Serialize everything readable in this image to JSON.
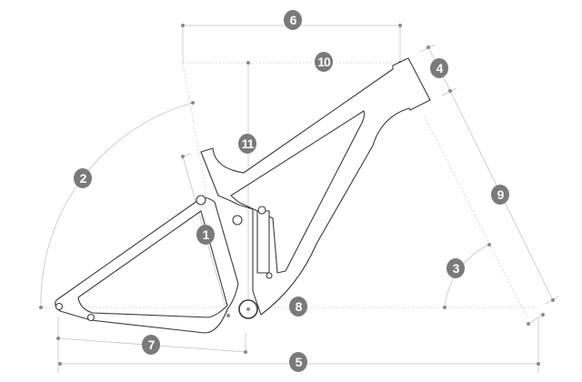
{
  "diagram": {
    "type": "bicycle frame geometry",
    "badge_color": "#7a7a7a",
    "line_color": "#c4c4c4",
    "frame_color": "#3a3a3a",
    "labels": [
      "1",
      "2",
      "3",
      "4",
      "5",
      "6",
      "7",
      "8",
      "9",
      "10",
      "11"
    ]
  }
}
